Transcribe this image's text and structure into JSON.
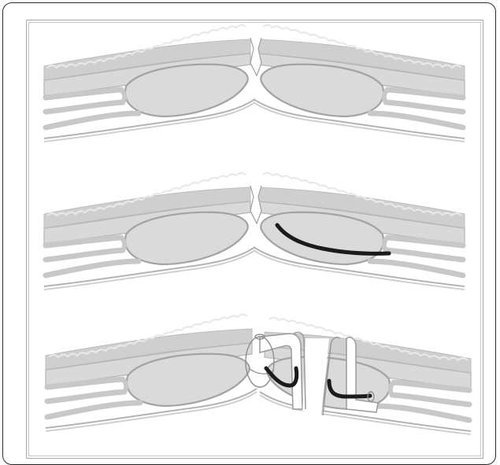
{
  "figure": {
    "panels": [
      {
        "id": "panel-1-incision",
        "stage": 1,
        "icon": "tissue-layers-icon"
      },
      {
        "id": "panel-2-catheter-tract",
        "stage": 2,
        "icon": "tissue-layers-icon"
      },
      {
        "id": "panel-3-retracted-flaps",
        "stage": 3,
        "icon": "tissue-layers-icon"
      }
    ],
    "colors": {
      "skin": "#c9c9c9",
      "layer": "#d8d8d8",
      "mass": "#dadada",
      "outline": "#a6a6a6",
      "catheter": "#1a1a1a"
    }
  }
}
